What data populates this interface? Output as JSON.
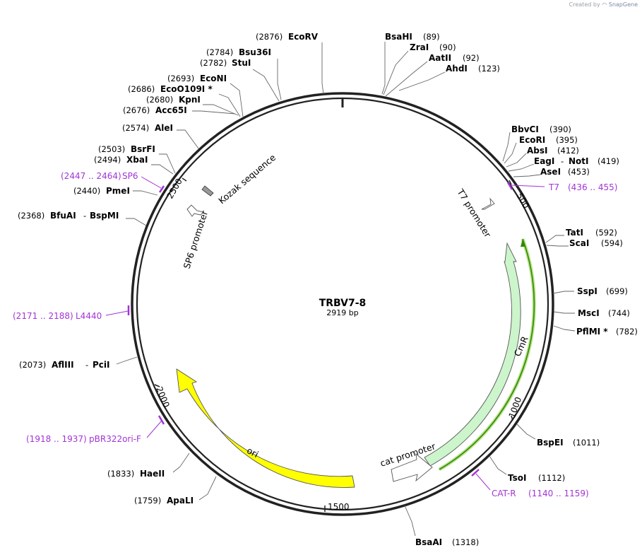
{
  "brand": {
    "created_by": "Created by",
    "name": "SnapGene"
  },
  "plasmid": {
    "name": "TRBV7-8",
    "length_label": "2919 bp",
    "length": 2919
  },
  "ticks": [
    "500",
    "1000",
    "1500",
    "2000",
    "2500"
  ],
  "sites": [
    {
      "name": "EcoRV",
      "pos": "(2876)"
    },
    {
      "name": "Bsu36I",
      "pos": "(2784)"
    },
    {
      "name": "StuI",
      "pos": "(2782)"
    },
    {
      "name": "EcoNI",
      "pos": "(2693)"
    },
    {
      "name": "EcoO109I *",
      "pos": "(2686)"
    },
    {
      "name": "KpnI",
      "pos": "(2680)"
    },
    {
      "name": "Acc65I",
      "pos": "(2676)"
    },
    {
      "name": "AleI",
      "pos": "(2574)"
    },
    {
      "name": "BsrFI",
      "pos": "(2503)"
    },
    {
      "name": "XbaI",
      "pos": "(2494)"
    },
    {
      "name": "PmeI",
      "pos": "(2440)"
    },
    {
      "name": "BfuAI",
      "name2": "BspMI",
      "pos": "(2368)"
    },
    {
      "name": "AflIII",
      "name2": "PciI",
      "pos": "(2073)"
    },
    {
      "name": "HaeII",
      "pos": "(1833)"
    },
    {
      "name": "ApaLI",
      "pos": "(1759)"
    },
    {
      "name": "BsaHI",
      "pos": "(89)"
    },
    {
      "name": "ZraI",
      "pos": "(90)"
    },
    {
      "name": "AatII",
      "pos": "(92)"
    },
    {
      "name": "AhdI",
      "pos": "(123)"
    },
    {
      "name": "BbvCI",
      "pos": "(390)"
    },
    {
      "name": "EcoRI",
      "pos": "(395)"
    },
    {
      "name": "AbsI",
      "pos": "(412)"
    },
    {
      "name": "EagI",
      "name2": "NotI",
      "pos": "(419)"
    },
    {
      "name": "AseI",
      "pos": "(453)"
    },
    {
      "name": "TatI",
      "pos": "(592)"
    },
    {
      "name": "ScaI",
      "pos": "(594)"
    },
    {
      "name": "SspI",
      "pos": "(699)"
    },
    {
      "name": "MscI",
      "pos": "(744)"
    },
    {
      "name": "PflMI *",
      "pos": "(782)"
    },
    {
      "name": "BspEI",
      "pos": "(1011)"
    },
    {
      "name": "TsoI",
      "pos": "(1112)"
    },
    {
      "name": "BsaAI",
      "pos": "(1318)"
    }
  ],
  "primers": [
    {
      "name": "SP6",
      "range": "(2447 .. 2464)"
    },
    {
      "name": "L4440",
      "range": "(2171 .. 2188)"
    },
    {
      "name": "pBR322ori-F",
      "range": "(1918 .. 1937)"
    },
    {
      "name": "T7",
      "range": "(436 .. 455)"
    },
    {
      "name": "CAT-R",
      "range": "(1140 .. 1159)"
    }
  ],
  "features": {
    "kozak": "Kozak sequence",
    "sp6_promoter": "SP6 promoter",
    "t7_promoter": "T7 promoter",
    "cmr": "CmR",
    "cat_promoter": "cat promoter",
    "ori": "ori"
  },
  "colors": {
    "primer": "#a234d6",
    "cmr_fill": "#ccf5cc",
    "ori_fill": "#ffff00",
    "cds_line": "#2e8b00",
    "backbone": "#222222"
  }
}
